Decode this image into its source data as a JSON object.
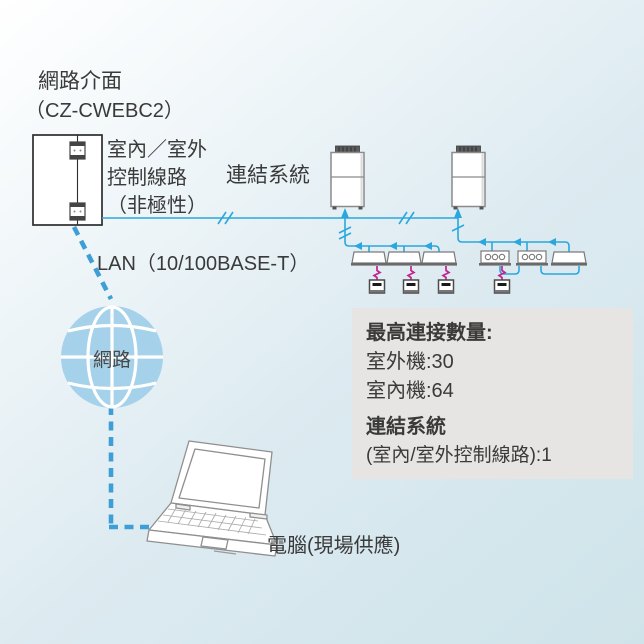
{
  "header": {
    "title": "網路介面",
    "model": "（CZ-CWEBC2）"
  },
  "labels": {
    "control_line1": "室內／室外",
    "control_line2": "控制線路",
    "control_line3": "（非極性）",
    "link_system": "連結系統",
    "lan": "LAN（10/100BASE-T）",
    "network": "網路",
    "computer": "電腦(現場供應)"
  },
  "info_box": {
    "title": "最高連接數量:",
    "outdoor_max": "室外機:30",
    "indoor_max": "室內機:64",
    "subtitle": "連結系統",
    "detail": "(室內/室外控制線路):1"
  },
  "devices": {
    "outdoor_units": 2,
    "indoor_units": 6,
    "remote_controllers": 4
  },
  "icons": {
    "globe": "globe-icon",
    "computer": "laptop-icon",
    "interface": "network-interface-box-icon"
  },
  "colors": {
    "line_blue": "#2aa7dc",
    "dash_blue": "#3e9fd6",
    "remote_line_magenta": "#c4238f",
    "globe_fill": "#a5d2ea",
    "info_box_bg": "#e6e5e3",
    "text": "#3a3a3a",
    "background_top": "#ffffff",
    "background_bottom": "#cfe3ea"
  }
}
